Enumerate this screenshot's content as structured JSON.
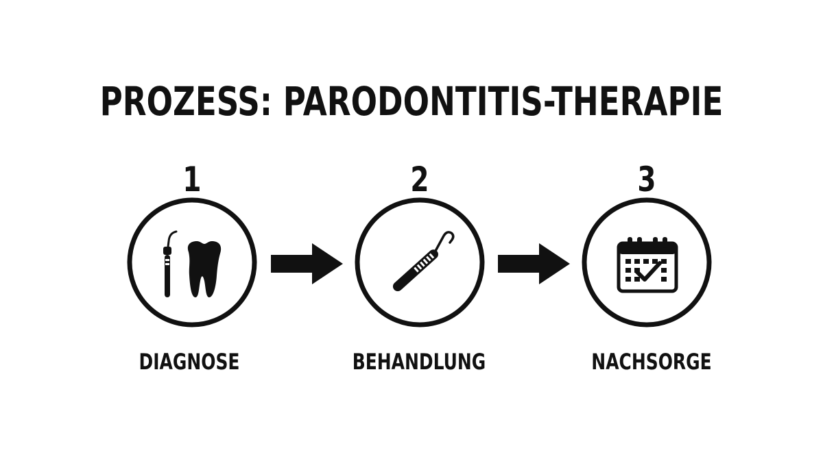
{
  "title": "PROZESS: PARODONTITIS-THERAPIE",
  "steps": [
    {
      "number": "1",
      "label": "DIAGNOSE",
      "icon": "probe-and-tooth-icon"
    },
    {
      "number": "2",
      "label": "BEHANDLUNG",
      "icon": "dental-scaler-icon"
    },
    {
      "number": "3",
      "label": "NACHSORGE",
      "icon": "calendar-check-icon"
    }
  ],
  "colors": {
    "ink": "#111111",
    "background": "#ffffff"
  }
}
